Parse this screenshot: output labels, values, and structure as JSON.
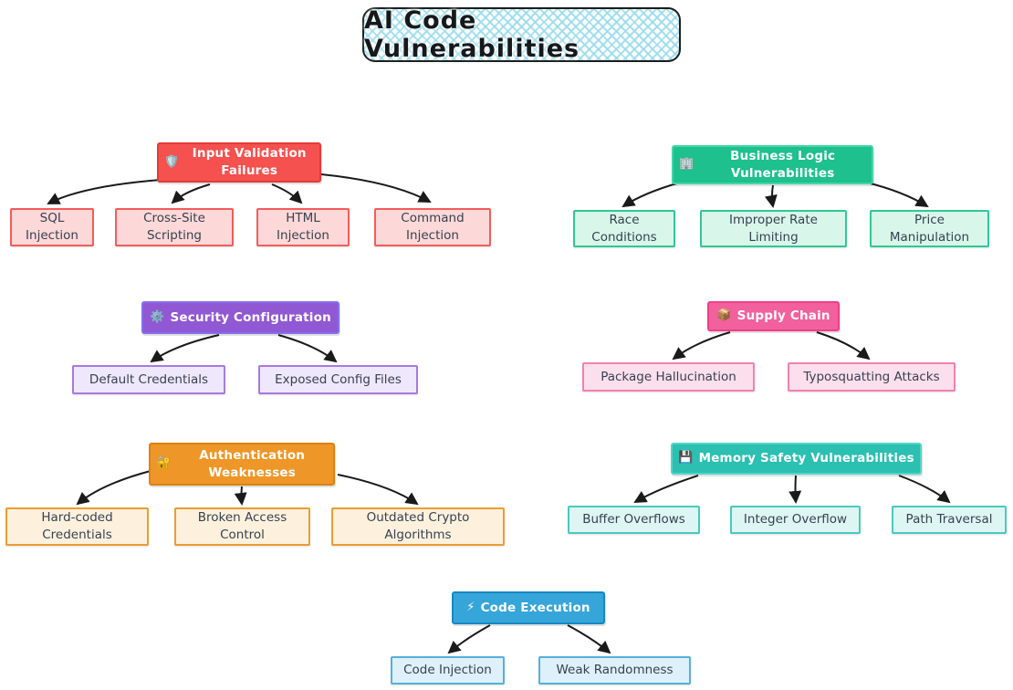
{
  "title": "AI Code Vulnerabilities",
  "style": {
    "arrow_color": "#1a1a1a",
    "title_border": "#1c1c1c",
    "title_pattern": "#96dbec",
    "text_dark": "#374151"
  },
  "groups": [
    {
      "id": "input-validation-failures",
      "icon": "🛡️",
      "icon_name": "shield-icon",
      "label": "Input Validation Failures",
      "children": [
        "SQL Injection",
        "Cross-Site Scripting",
        "HTML Injection",
        "Command Injection"
      ],
      "colors": {
        "fill": "#f4514f",
        "border": "#e23c3a",
        "child_fill": "#fcd8d8",
        "child_border": "#f25c5a"
      }
    },
    {
      "id": "business-logic-vulnerabilities",
      "icon": "🏢",
      "icon_name": "office-building-icon",
      "label": "Business Logic Vulnerabilities",
      "children": [
        "Race Conditions",
        "Improper Rate Limiting",
        "Price Manipulation"
      ],
      "colors": {
        "fill": "#1ec08d",
        "border": "#43d6a7",
        "child_fill": "#d8f6ea",
        "child_border": "#31c795"
      }
    },
    {
      "id": "security-configuration",
      "icon": "⚙️",
      "icon_name": "gear-icon",
      "label": "Security Configuration",
      "children": [
        "Default Credentials",
        "Exposed Config Files"
      ],
      "colors": {
        "fill": "#9158d3",
        "border": "#8470ee",
        "child_fill": "#efe7fb",
        "child_border": "#a779dd"
      }
    },
    {
      "id": "supply-chain",
      "icon": "📦",
      "icon_name": "package-icon",
      "label": "Supply Chain",
      "children": [
        "Package Hallucination",
        "Typosquatting Attacks"
      ],
      "colors": {
        "fill": "#f2609e",
        "border": "#ee3f88",
        "child_fill": "#fcdfec",
        "child_border": "#f480ae"
      }
    },
    {
      "id": "authentication-weaknesses",
      "icon": "🔐",
      "icon_name": "locked-with-key-icon",
      "label": "Authentication Weaknesses",
      "children": [
        "Hard-coded Credentials",
        "Broken Access Control",
        "Outdated Crypto Algorithms"
      ],
      "colors": {
        "fill": "#ee9627",
        "border": "#db820e",
        "child_fill": "#fdf1dd",
        "child_border": "#eb9d31"
      }
    },
    {
      "id": "memory-safety-vulnerabilities",
      "icon": "💾",
      "icon_name": "floppy-disk-icon",
      "label": "Memory Safety Vulnerabilities",
      "children": [
        "Buffer Overflows",
        "Integer Overflow",
        "Path Traversal"
      ],
      "colors": {
        "fill": "#2bc0b1",
        "border": "#52d5c8",
        "child_fill": "#def6f3",
        "child_border": "#4ac9bd"
      }
    },
    {
      "id": "code-execution",
      "icon": "⚡",
      "icon_name": "lightning-bolt-icon",
      "label": "Code Execution",
      "children": [
        "Code Injection",
        "Weak Randomness"
      ],
      "colors": {
        "fill": "#36a6da",
        "border": "#1787c3",
        "child_fill": "#def0fa",
        "child_border": "#55afdc"
      }
    }
  ]
}
